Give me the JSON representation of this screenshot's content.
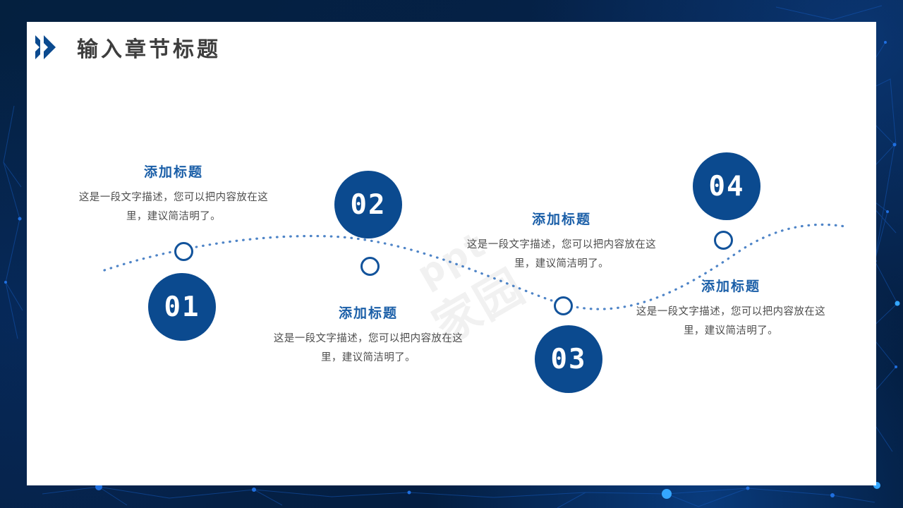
{
  "slide": {
    "title": "输入章节标题",
    "watermark_cn": "家园",
    "watermark_en": "ppt"
  },
  "header": {
    "chevron_icon": "double-chevron-right-icon"
  },
  "colors": {
    "background_navy": "#052147",
    "card_white": "#ffffff",
    "circle_blue": "#0b4a8f",
    "accent_blue": "#1b5fa8",
    "title_gray": "#3d3d3d",
    "body_gray": "#4d4d4d",
    "ring_blue": "#12539b"
  },
  "steps": [
    {
      "number": "01",
      "title": "添加标题",
      "desc_line1": "这是一段文字描述，您可以把内容放在这",
      "desc_line2": "里，建议简洁明了。"
    },
    {
      "number": "02",
      "title": "添加标题",
      "desc_line1": "这是一段文字描述，您可以把内容放在这",
      "desc_line2": "里，建议简洁明了。"
    },
    {
      "number": "03",
      "title": "添加标题",
      "desc_line1": "这是一段文字描述，您可以把内容放在这",
      "desc_line2": "里，建议简洁明了。"
    },
    {
      "number": "04",
      "title": "添加标题",
      "desc_line1": "这是一段文字描述，您可以把内容放在这",
      "desc_line2": "里，建议简洁明了。"
    }
  ]
}
